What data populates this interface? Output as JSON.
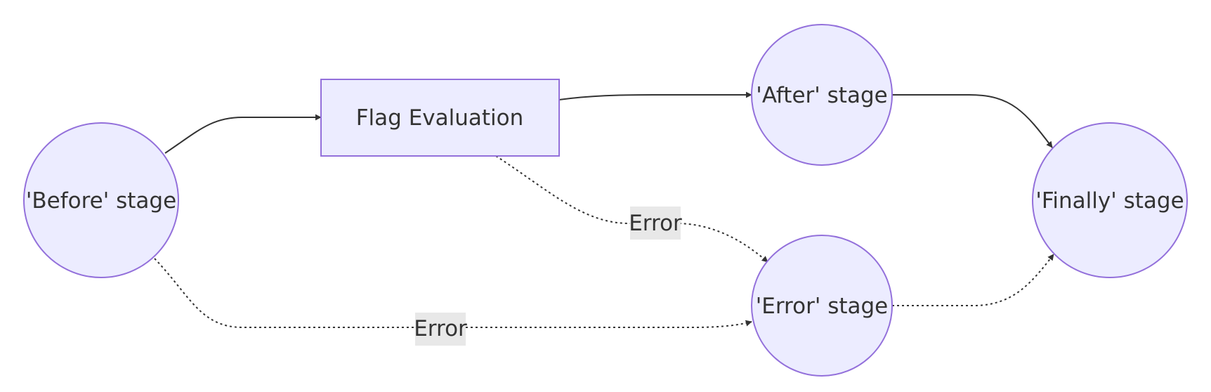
{
  "diagram": {
    "colors": {
      "node_fill": "#ECECFF",
      "node_stroke": "#9370DB",
      "edge": "#333333",
      "edge_label_bg": "#E8E8E8",
      "text": "#333333"
    },
    "nodes": {
      "before": {
        "label": "'Before' stage",
        "shape": "circle"
      },
      "flag": {
        "label": "Flag Evaluation",
        "shape": "rectangle"
      },
      "after": {
        "label": "'After' stage",
        "shape": "circle"
      },
      "error": {
        "label": "'Error' stage",
        "shape": "circle"
      },
      "finally": {
        "label": "'Finally' stage",
        "shape": "circle"
      }
    },
    "edges": [
      {
        "from": "'Before' stage",
        "to": "Flag Evaluation",
        "style": "solid",
        "label": ""
      },
      {
        "from": "'Before' stage",
        "to": "'Error' stage",
        "style": "dotted",
        "label": "Error"
      },
      {
        "from": "Flag Evaluation",
        "to": "'After' stage",
        "style": "solid",
        "label": ""
      },
      {
        "from": "Flag Evaluation",
        "to": "'Error' stage",
        "style": "dotted",
        "label": "Error"
      },
      {
        "from": "'After' stage",
        "to": "'Finally' stage",
        "style": "solid",
        "label": ""
      },
      {
        "from": "'Error' stage",
        "to": "'Finally' stage",
        "style": "dotted",
        "label": ""
      }
    ]
  }
}
